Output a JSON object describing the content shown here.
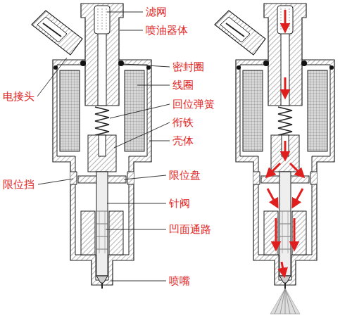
{
  "diagram": {
    "labels": [
      "滤网",
      "喷油器体",
      "电接头",
      "密封圈",
      "线圈",
      "回位弹簧",
      "衔铁",
      "壳体",
      "限位挡",
      "限位盘",
      "针阀",
      "凹面通路",
      "喷嘴"
    ]
  }
}
